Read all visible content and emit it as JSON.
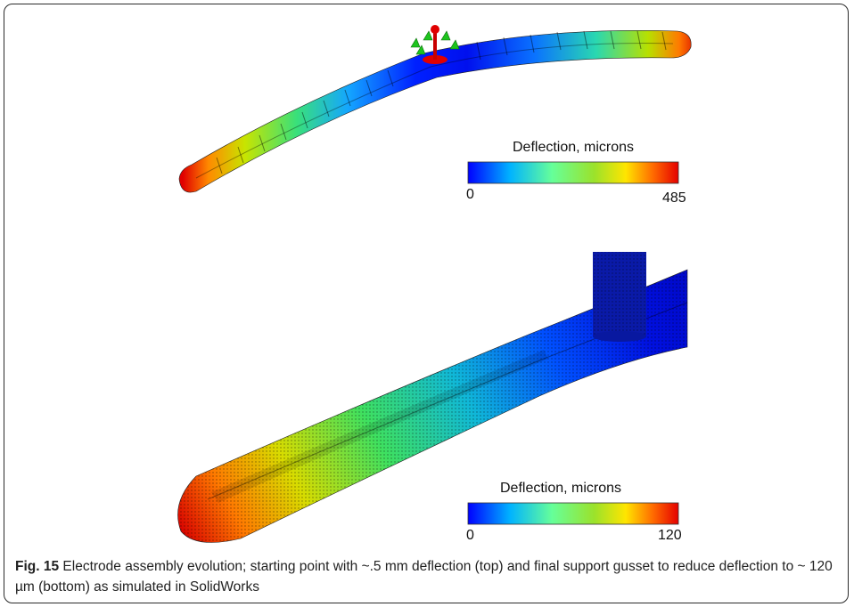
{
  "figure": {
    "top": {
      "colorbar": {
        "title": "Deflection, microns",
        "min": "0",
        "max": "485"
      }
    },
    "bottom": {
      "colorbar": {
        "title": "Deflection, microns",
        "min": "0",
        "max": "120"
      }
    },
    "colormap": [
      "#0000ff",
      "#00b3ff",
      "#66ff99",
      "#9be22b",
      "#ffe500",
      "#ff6a00",
      "#e50000"
    ]
  },
  "caption": {
    "label": "Fig. 15",
    "text": "Electrode assembly evolution; starting point with ~.5 mm deflection (top) and final support gusset to reduce deflection to ~ 120 µm (bottom) as simulated in SolidWorks"
  }
}
